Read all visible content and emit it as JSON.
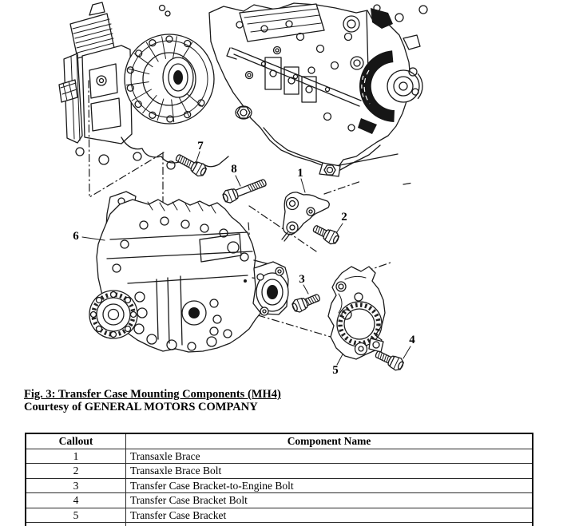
{
  "figure": {
    "callout_labels": [
      "1",
      "2",
      "3",
      "4",
      "5",
      "6",
      "7",
      "8"
    ],
    "caption": "Fig. 3: Transfer Case Mounting Components (MH4)",
    "credit": "Courtesy of GENERAL MOTORS COMPANY"
  },
  "table": {
    "headers": {
      "callout": "Callout",
      "component": "Component Name"
    },
    "rows": [
      [
        "1",
        "Transaxle Brace"
      ],
      [
        "2",
        "Transaxle Brace Bolt"
      ],
      [
        "3",
        "Transfer Case Bracket-to-Engine Bolt"
      ],
      [
        "4",
        "Transfer Case Bracket Bolt"
      ],
      [
        "5",
        "Transfer Case Bracket"
      ]
    ]
  },
  "colors": {
    "ink": "#1a1a1a",
    "paper": "#ffffff"
  }
}
